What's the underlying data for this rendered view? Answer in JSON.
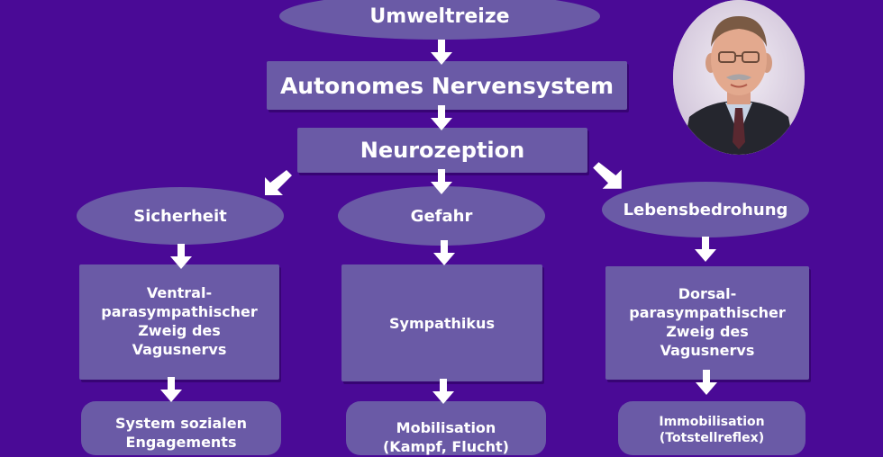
{
  "nodes": {
    "umweltreize": "Umweltreize",
    "ans": "Autonomes Nervensystem",
    "neurozeption": "Neurozeption",
    "sicherheit": "Sicherheit",
    "gefahr": "Gefahr",
    "lebensbedrohung": "Lebensbedrohung",
    "ventral": "Ventral-\nparasympathischer\nZweig des\nVagusnervs",
    "sympathikus": "Sympathikus",
    "dorsal": "Dorsal-\nparasympathischer\nZweig des\nVagusnervs",
    "sozial": "System sozialen\nEngagements",
    "mobilisation": "Mobilisation\n(Kampf, Flucht)",
    "immobilisation": "Immobilisation\n(Totstellreflex)"
  },
  "colors": {
    "background": "#4a0a96",
    "node_fill": "#6a5aa6",
    "arrow": "#ffffff"
  },
  "portrait": {
    "icon": "person-portrait-icon"
  }
}
